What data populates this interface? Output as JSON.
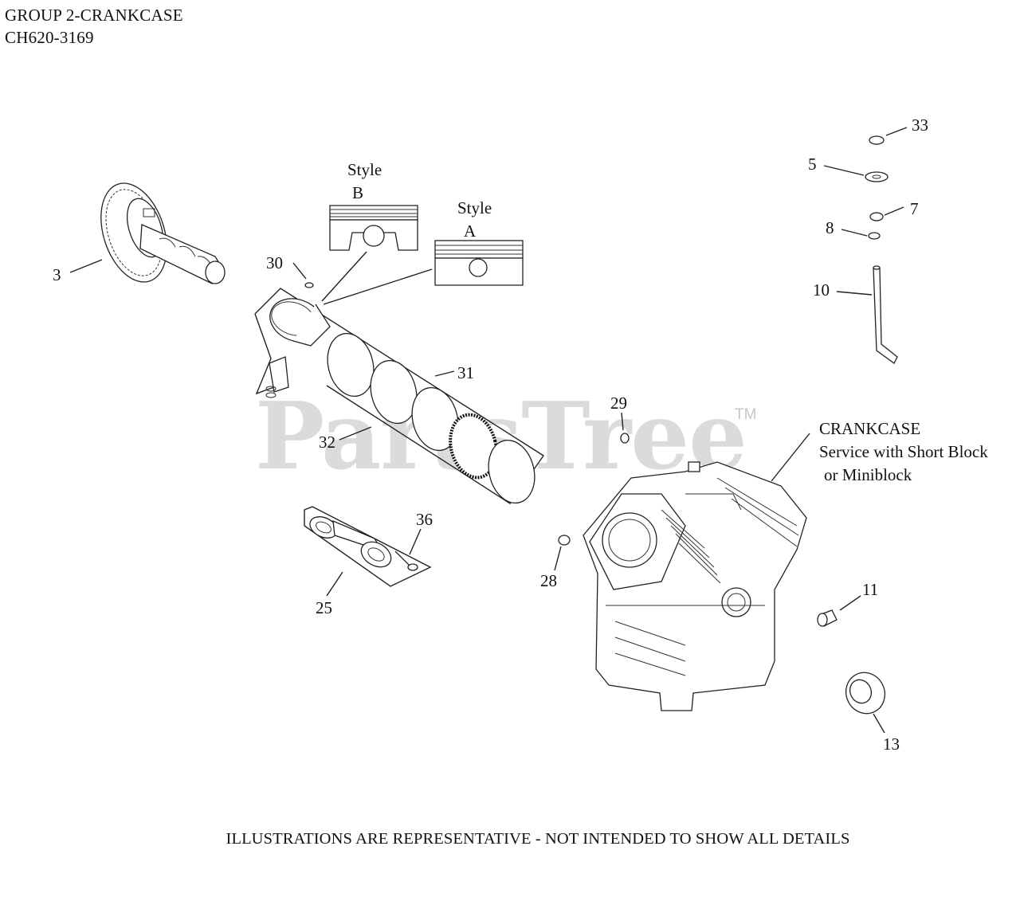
{
  "header": {
    "group": "GROUP 2-CRANKCASE",
    "model": "CH620-3169"
  },
  "watermark": {
    "brand": "PartsTree",
    "trademark": "TM"
  },
  "callouts": {
    "c3": "3",
    "c5": "5",
    "c7": "7",
    "c8": "8",
    "c10": "10",
    "c11": "11",
    "c13": "13",
    "c25": "25",
    "c28": "28",
    "c29": "29",
    "c30": "30",
    "c31": "31",
    "c32": "32",
    "c33": "33",
    "c36": "36"
  },
  "styles": {
    "style_word": "Style",
    "style_b": "B",
    "style_a": "A"
  },
  "crankcase_note": {
    "line1": "CRANKCASE",
    "line2": "Service with Short Block",
    "line3": "or Miniblock"
  },
  "footer": "ILLUSTRATIONS ARE REPRESENTATIVE - NOT INTENDED TO SHOW ALL DETAILS"
}
